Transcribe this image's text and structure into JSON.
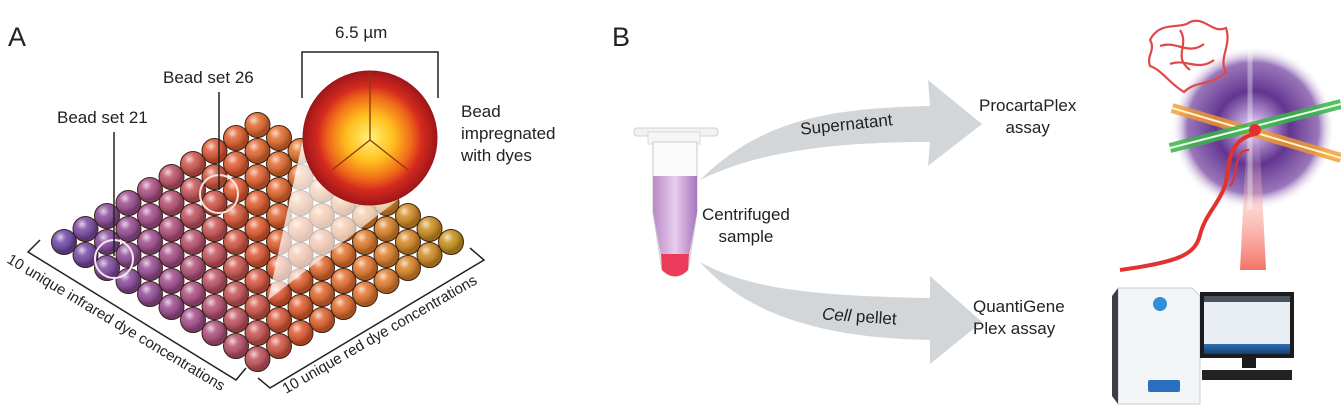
{
  "panel_a": {
    "letter": "A",
    "bead_set_21": "Bead set 21",
    "bead_set_26": "Bead set 26",
    "size_label": "6.5 µm",
    "bead_desc": [
      "Bead",
      "impregnated",
      "with dyes"
    ],
    "axis_left": "10 unique infrared dye concentrations",
    "axis_right": "10 unique red dye concentrations",
    "grid_rows": 10,
    "grid_cols": 10,
    "colors": {
      "violet": "#6a45a8",
      "magenta": "#a44a8a",
      "red_orange": "#e0542a",
      "orange": "#e5772a",
      "gold": "#c8901a",
      "bead_outer": "#b81f1f",
      "bead_inner": "#ffd21a"
    }
  },
  "panel_b": {
    "letter": "B",
    "tube_label": [
      "Centrifuged",
      "sample"
    ],
    "arrow_top_label": "Supernatant",
    "arrow_bottom_label_italic": "Cell",
    "arrow_bottom_label_rest": " pellet",
    "top_target": [
      "ProcartaPlex",
      "assay"
    ],
    "bottom_target": [
      "QuantiGene",
      "Plex assay"
    ],
    "colors": {
      "arrow": "#d3d6d8",
      "supernatant": "#c79ad6",
      "pellet": "#ec3a5a",
      "sphere": "#5a2a8a",
      "laser_green": "#3ab54a",
      "laser_orange": "#f29a2e",
      "dna": "#e2322f"
    }
  }
}
